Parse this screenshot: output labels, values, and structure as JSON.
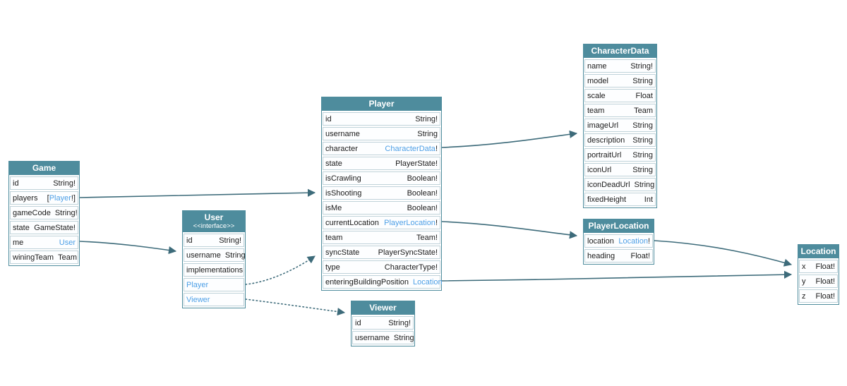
{
  "diagram": {
    "colors": {
      "header_bg": "#4e8c9d",
      "header_text": "#ffffff",
      "row_border": "#bfd2d9",
      "row_bg": "#fdfeff",
      "field_text": "#1b1b1b",
      "ref_link": "#4d9fe6",
      "edge": "#3d6b7a",
      "canvas_bg": "#ffffff"
    },
    "entities": {
      "game": {
        "title": "Game",
        "fields": [
          {
            "name": "id",
            "type": "String!"
          },
          {
            "name": "players",
            "type": "[Player!]",
            "ref": "Player"
          },
          {
            "name": "gameCode",
            "type": "String!"
          },
          {
            "name": "state",
            "type": "GameState!"
          },
          {
            "name": "me",
            "type": "User",
            "ref": "User"
          },
          {
            "name": "winingTeam",
            "type": "Team"
          }
        ]
      },
      "user": {
        "title": "User",
        "stereotype": "<<interface>>",
        "fields": [
          {
            "name": "id",
            "type": "String!"
          },
          {
            "name": "username",
            "type": "String"
          },
          {
            "name": "implementations",
            "type": ""
          },
          {
            "name": "Player",
            "type": "",
            "name_is_ref": true
          },
          {
            "name": "Viewer",
            "type": "",
            "name_is_ref": true
          }
        ]
      },
      "player": {
        "title": "Player",
        "fields": [
          {
            "name": "id",
            "type": "String!"
          },
          {
            "name": "username",
            "type": "String"
          },
          {
            "name": "character",
            "type": "CharacterData!",
            "ref": "CharacterData"
          },
          {
            "name": "state",
            "type": "PlayerState!"
          },
          {
            "name": "isCrawling",
            "type": "Boolean!"
          },
          {
            "name": "isShooting",
            "type": "Boolean!"
          },
          {
            "name": "isMe",
            "type": "Boolean!"
          },
          {
            "name": "currentLocation",
            "type": "PlayerLocation!",
            "ref": "PlayerLocation"
          },
          {
            "name": "team",
            "type": "Team!"
          },
          {
            "name": "syncState",
            "type": "PlayerSyncState!"
          },
          {
            "name": "type",
            "type": "CharacterType!"
          },
          {
            "name": "enteringBuildingPosition",
            "type": "Location",
            "ref": "Location"
          }
        ]
      },
      "characterData": {
        "title": "CharacterData",
        "fields": [
          {
            "name": "name",
            "type": "String!"
          },
          {
            "name": "model",
            "type": "String"
          },
          {
            "name": "scale",
            "type": "Float"
          },
          {
            "name": "team",
            "type": "Team"
          },
          {
            "name": "imageUrl",
            "type": "String"
          },
          {
            "name": "description",
            "type": "String"
          },
          {
            "name": "portraitUrl",
            "type": "String"
          },
          {
            "name": "iconUrl",
            "type": "String"
          },
          {
            "name": "iconDeadUrl",
            "type": "String"
          },
          {
            "name": "fixedHeight",
            "type": "Int"
          }
        ]
      },
      "playerLocation": {
        "title": "PlayerLocation",
        "fields": [
          {
            "name": "location",
            "type": "Location!",
            "ref": "Location"
          },
          {
            "name": "heading",
            "type": "Float!"
          }
        ]
      },
      "location": {
        "title": "Location",
        "fields": [
          {
            "name": "x",
            "type": "Float!"
          },
          {
            "name": "y",
            "type": "Float!"
          },
          {
            "name": "z",
            "type": "Float!"
          }
        ]
      },
      "viewer": {
        "title": "Viewer",
        "fields": [
          {
            "name": "id",
            "type": "String!"
          },
          {
            "name": "username",
            "type": "String"
          }
        ]
      }
    },
    "edges": [
      {
        "from": "Game.players",
        "to": "Player",
        "style": "solid"
      },
      {
        "from": "Game.me",
        "to": "User",
        "style": "solid"
      },
      {
        "from": "Player.character",
        "to": "CharacterData",
        "style": "solid"
      },
      {
        "from": "Player.currentLocation",
        "to": "PlayerLocation",
        "style": "solid"
      },
      {
        "from": "Player.enteringBuildingPosition",
        "to": "Location",
        "style": "solid"
      },
      {
        "from": "PlayerLocation.location",
        "to": "Location",
        "style": "solid"
      },
      {
        "from": "User.Player",
        "to": "Player",
        "style": "dotted"
      },
      {
        "from": "User.Viewer",
        "to": "Viewer",
        "style": "dotted"
      }
    ]
  }
}
